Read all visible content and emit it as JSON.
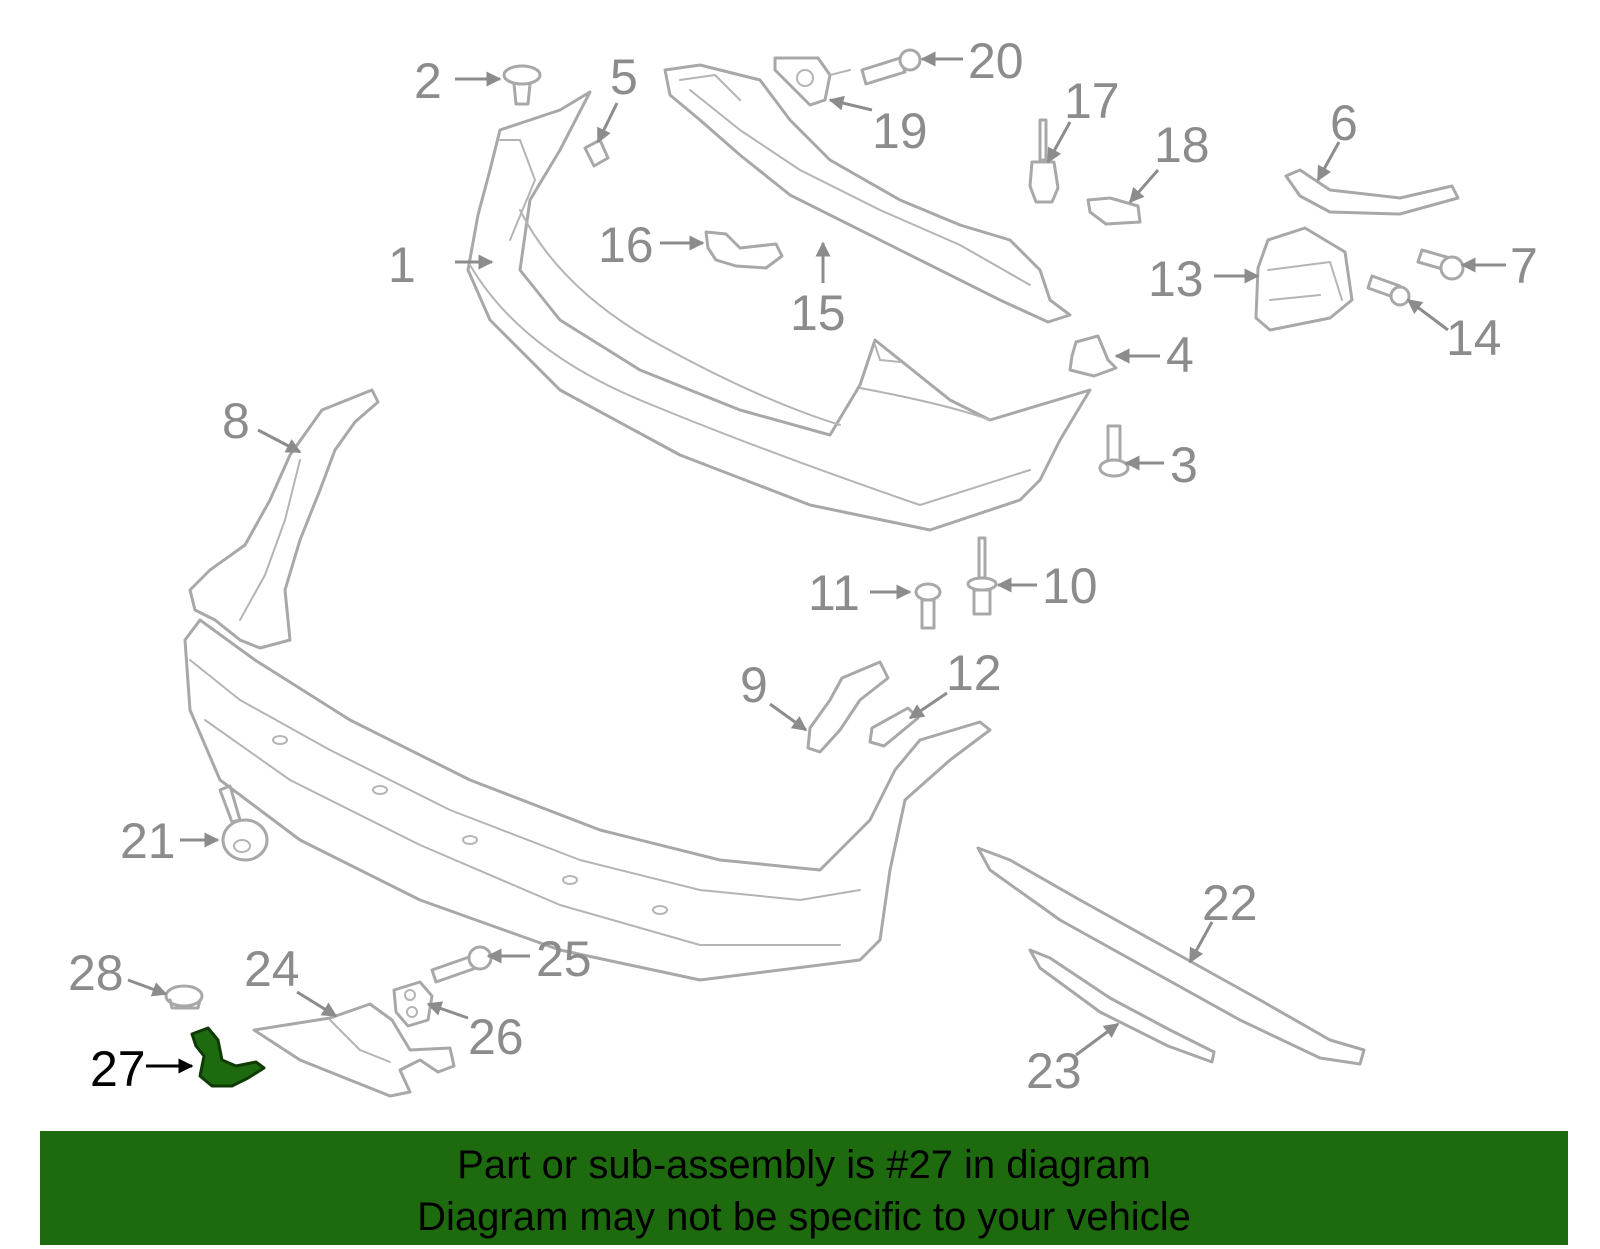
{
  "callouts": [
    "1",
    "2",
    "3",
    "4",
    "5",
    "6",
    "7",
    "8",
    "9",
    "10",
    "11",
    "12",
    "13",
    "14",
    "15",
    "16",
    "17",
    "18",
    "19",
    "20",
    "21",
    "22",
    "23",
    "24",
    "25",
    "26",
    "27",
    "28"
  ],
  "highlighted_callout": "27",
  "colors": {
    "highlight": "#1e6b0f",
    "line_art": "#a8a8a8",
    "label": "#8c8c8c"
  },
  "banner": {
    "line1": "Part or sub-assembly is #27 in diagram",
    "line2": "Diagram may not be specific to your vehicle"
  }
}
